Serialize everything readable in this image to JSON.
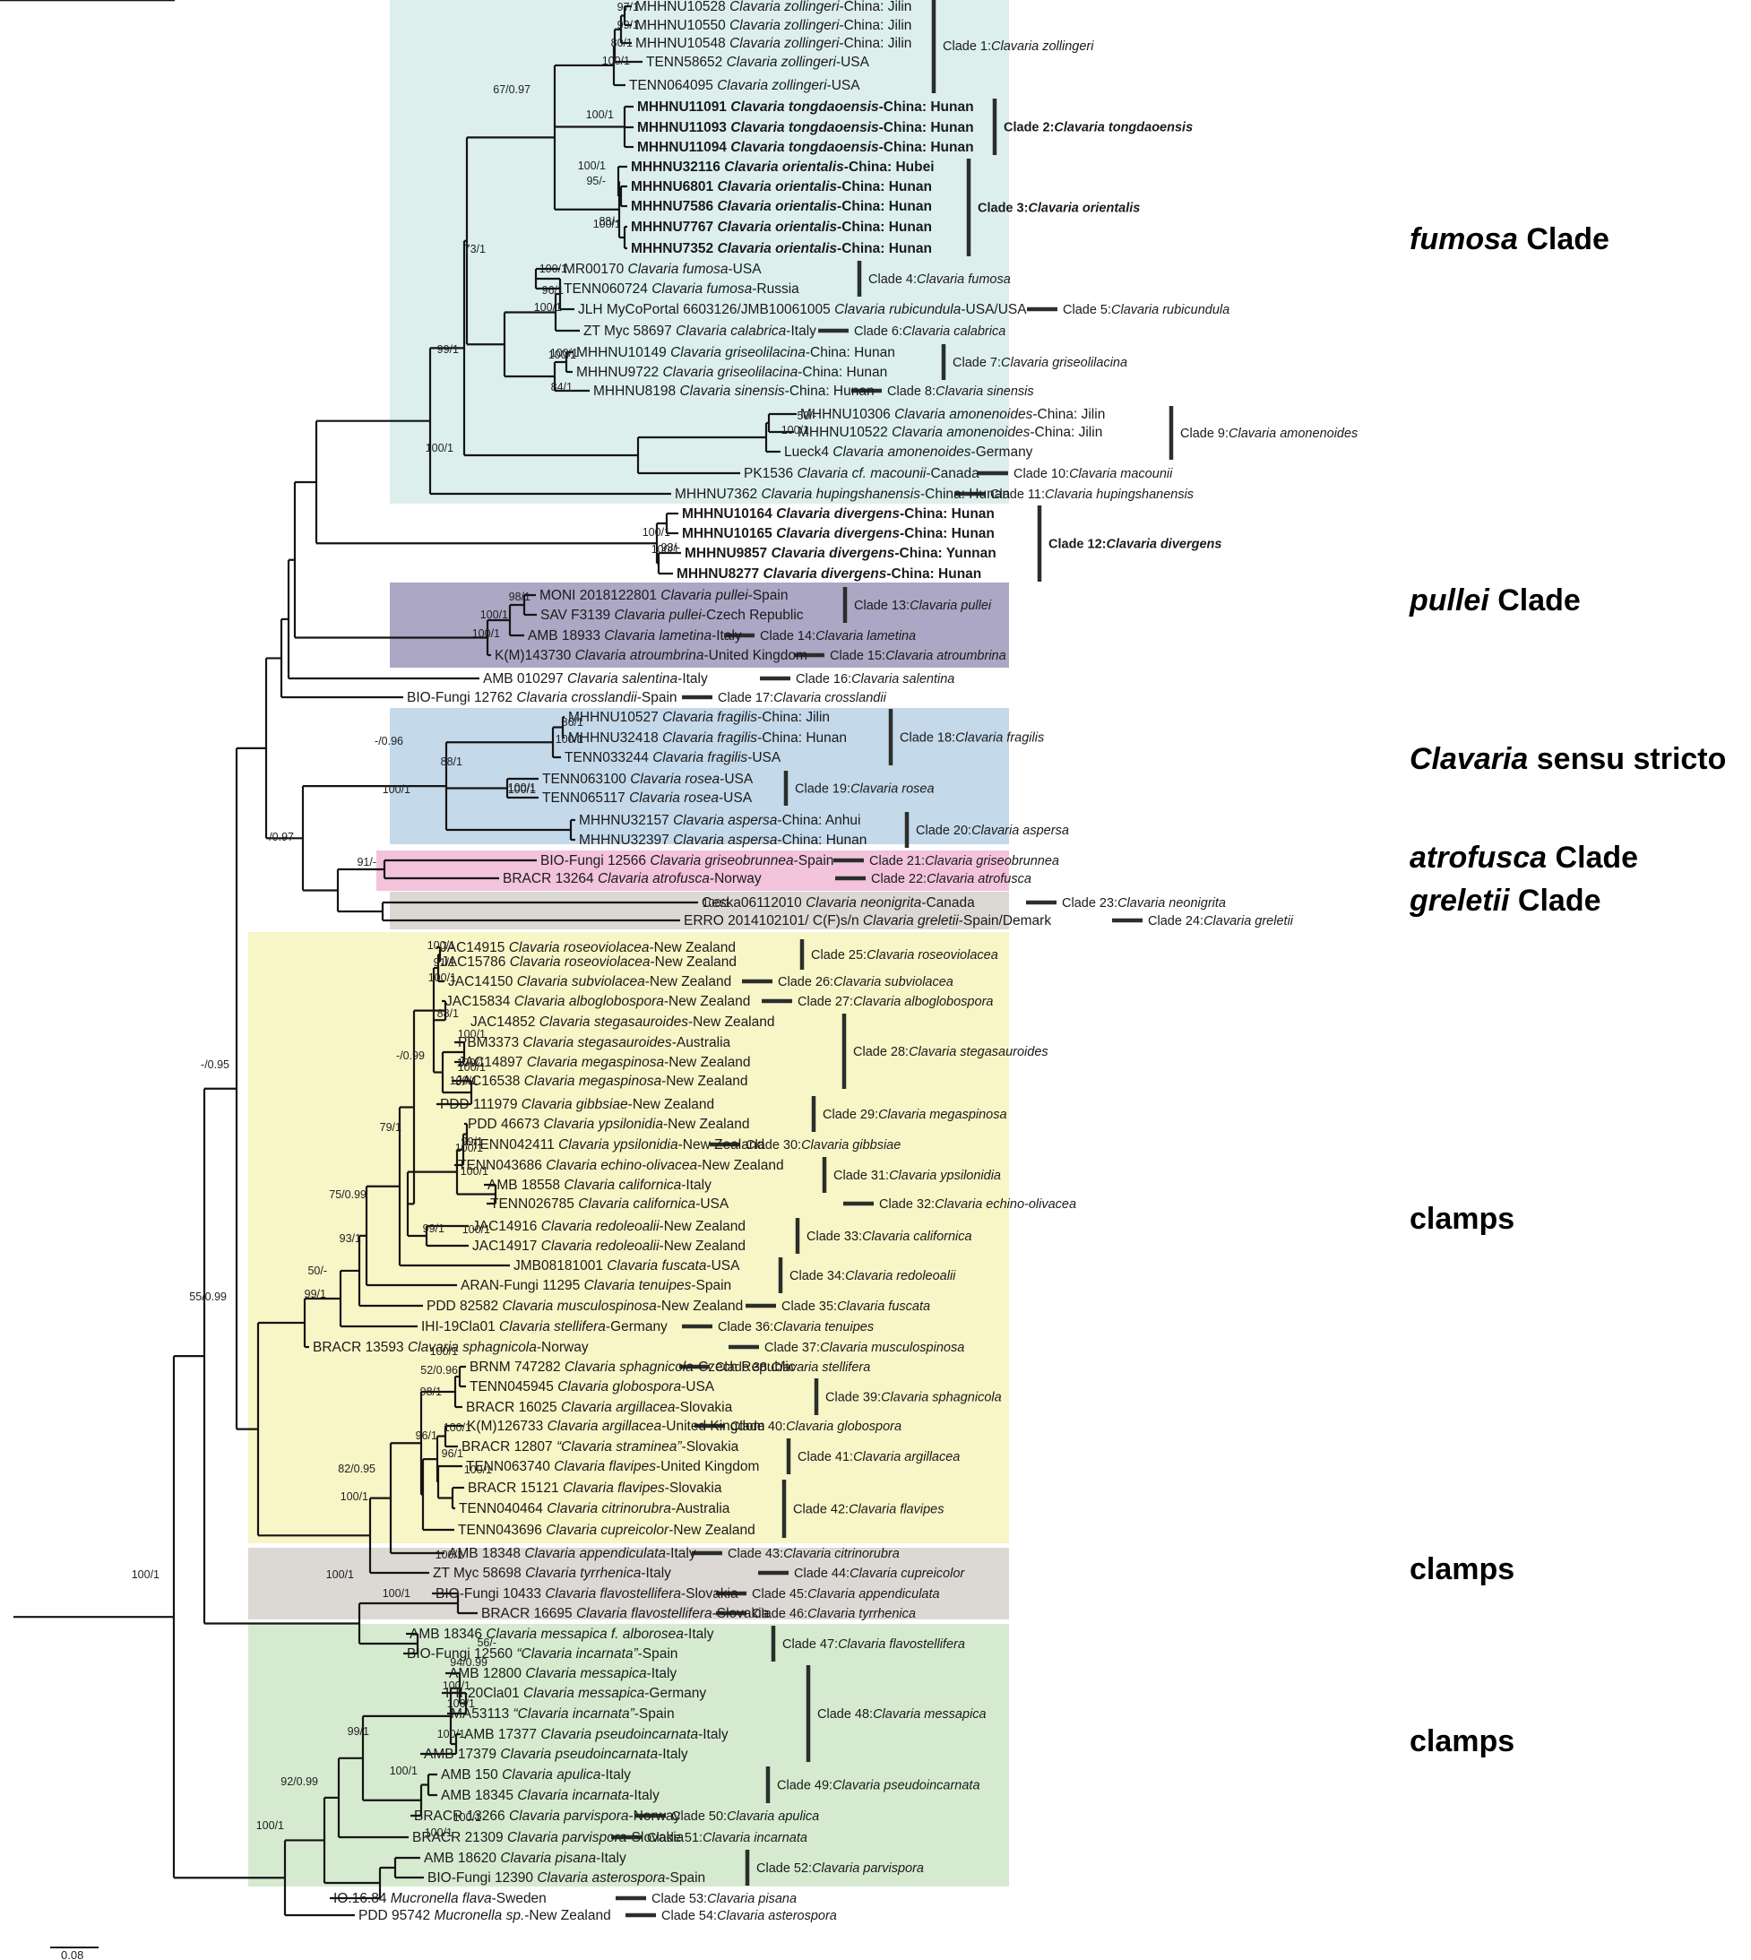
{
  "figure": {
    "colors": {
      "fumosa": "#dcefec",
      "pullei": "#aba7c4",
      "sensu": "#c4d9ea",
      "atrofusca": "#f2c3db",
      "greletii": "#dcd8d3",
      "yellow": "#f8f5c6",
      "gray": "#dcd9d4",
      "green": "#d6eacf",
      "line": "#141414",
      "bar": "#2a2f2c"
    },
    "groups": [
      {
        "italic": "fumosa",
        "rest": " Clade"
      },
      {
        "italic": "pullei",
        "rest": " Clade"
      },
      {
        "italic": "Clavaria",
        "rest": " sensu stricto"
      },
      {
        "italic": "atrofusca",
        "rest": " Clade"
      },
      {
        "italic": "greletii",
        "rest": " Clade"
      },
      {
        "italic": "",
        "rest": "clamps"
      },
      {
        "italic": "",
        "rest": "clamps"
      },
      {
        "italic": "",
        "rest": "clamps"
      }
    ],
    "scale_label": "0.08",
    "tips": [
      {
        "id": "MHHNU10528",
        "sp": "Clavaria zollingeri",
        "loc": "-China: Jilin"
      },
      {
        "id": "MHHNU10550",
        "sp": "Clavaria zollingeri",
        "loc": "-China: Jilin"
      },
      {
        "id": "MHHNU10548",
        "sp": "Clavaria zollingeri",
        "loc": "-China: Jilin"
      },
      {
        "id": "TENN58652",
        "sp": "Clavaria zollingeri",
        "loc": "-USA"
      },
      {
        "id": "TENN064095",
        "sp": "Clavaria zollingeri",
        "loc": "-USA"
      },
      {
        "id": "MHHNU11091",
        "sp": "Clavaria tongdaoensis",
        "loc": "-China: Hunan",
        "bold": true
      },
      {
        "id": "MHHNU11093",
        "sp": "Clavaria tongdaoensis",
        "loc": "-China: Hunan",
        "bold": true
      },
      {
        "id": "MHHNU11094",
        "sp": "Clavaria tongdaoensis",
        "loc": "-China: Hunan",
        "bold": true
      },
      {
        "id": "MHHNU32116",
        "sp": "Clavaria orientalis",
        "loc": "-China: Hubei",
        "bold": true
      },
      {
        "id": "MHHNU6801",
        "sp": "Clavaria orientalis",
        "loc": "-China: Hunan",
        "bold": true
      },
      {
        "id": "MHHNU7586",
        "sp": "Clavaria orientalis",
        "loc": "-China: Hunan",
        "bold": true
      },
      {
        "id": "MHHNU7767",
        "sp": "Clavaria orientalis",
        "loc": "-China: Hunan",
        "bold": true
      },
      {
        "id": "MHHNU7352",
        "sp": "Clavaria orientalis",
        "loc": "-China: Hunan",
        "bold": true
      },
      {
        "id": "MR00170",
        "sp": "Clavaria fumosa",
        "loc": "-USA"
      },
      {
        "id": "TENN060724",
        "sp": "Clavaria fumosa",
        "loc": "-Russia"
      },
      {
        "id": "JLH MyCoPortal 6603126/JMB10061005",
        "sp": "Clavaria rubicundula",
        "loc": "-USA/USA"
      },
      {
        "id": "ZT Myc 58697",
        "sp": "Clavaria calabrica",
        "loc": "-Italy"
      },
      {
        "id": "MHHNU10149",
        "sp": "Clavaria griseolilacina",
        "loc": "-China: Hunan"
      },
      {
        "id": "MHHNU9722",
        "sp": "Clavaria griseolilacina",
        "loc": "-China: Hunan"
      },
      {
        "id": "MHHNU8198",
        "sp": "Clavaria sinensis",
        "loc": "-China: Hunan"
      },
      {
        "id": "MHHNU10306",
        "sp": "Clavaria amonenoides",
        "loc": "-China: Jilin"
      },
      {
        "id": "MHHNU10522",
        "sp": "Clavaria amonenoides",
        "loc": "-China: Jilin"
      },
      {
        "id": "Lueck4",
        "sp": "Clavaria amonenoides",
        "loc": "-Germany"
      },
      {
        "id": "PK1536",
        "sp": "Clavaria cf. macounii",
        "loc": "-Canada"
      },
      {
        "id": "MHHNU7362",
        "sp": "Clavaria hupingshanensis",
        "loc": "-China: Hunan"
      },
      {
        "id": "MHHNU10164",
        "sp": "Clavaria divergens",
        "loc": "-China: Hunan",
        "bold": true
      },
      {
        "id": "MHHNU10165",
        "sp": "Clavaria divergens",
        "loc": "-China: Hunan",
        "bold": true
      },
      {
        "id": "MHHNU9857",
        "sp": "Clavaria divergens",
        "loc": "-China: Yunnan",
        "bold": true
      },
      {
        "id": "MHHNU8277",
        "sp": "Clavaria divergens",
        "loc": "-China: Hunan",
        "bold": true
      },
      {
        "id": "MONI 2018122801",
        "sp": "Clavaria pullei",
        "loc": "-Spain"
      },
      {
        "id": "SAV F3139",
        "sp": "Clavaria pullei",
        "loc": "-Czech Republic"
      },
      {
        "id": "AMB 18933",
        "sp": "Clavaria lametina",
        "loc": "-Italy"
      },
      {
        "id": "K(M)143730",
        "sp": "Clavaria atroumbrina",
        "loc": "-United Kingdom"
      },
      {
        "id": "AMB 010297",
        "sp": "Clavaria salentina",
        "loc": "-Italy"
      },
      {
        "id": "BIO-Fungi 12762",
        "sp": "Clavaria crosslandii",
        "loc": "-Spain"
      },
      {
        "id": "MHHNU10527",
        "sp": "Clavaria fragilis",
        "loc": "-China: Jilin"
      },
      {
        "id": "MHHNU32418",
        "sp": "Clavaria fragilis",
        "loc": "-China: Hunan"
      },
      {
        "id": "TENN033244",
        "sp": "Clavaria fragilis",
        "loc": "-USA"
      },
      {
        "id": "TENN063100",
        "sp": "Clavaria rosea",
        "loc": "-USA"
      },
      {
        "id": "TENN065117",
        "sp": "Clavaria rosea",
        "loc": "-USA"
      },
      {
        "id": "MHHNU32157",
        "sp": "Clavaria aspersa",
        "loc": "-China: Anhui"
      },
      {
        "id": "MHHNU32397",
        "sp": "Clavaria aspersa",
        "loc": "-China: Hunan"
      },
      {
        "id": "BIO-Fungi 12566",
        "sp": "Clavaria griseobrunnea",
        "loc": "-Spain"
      },
      {
        "id": "BRACR 13264",
        "sp": "Clavaria atrofusca",
        "loc": "-Norway"
      },
      {
        "id": "Ceska06112010",
        "sp": "Clavaria neonigrita",
        "loc": "-Canada"
      },
      {
        "id": "ERRO 2014102101/ C(F)s/n",
        "sp": "Clavaria greletii",
        "loc": "-Spain/Demark"
      },
      {
        "id": "JAC14915",
        "sp": "Clavaria roseoviolacea",
        "loc": "-New Zealand"
      },
      {
        "id": "JAC15786",
        "sp": "Clavaria roseoviolacea",
        "loc": "-New Zealand"
      },
      {
        "id": "JAC14150",
        "sp": "Clavaria subviolacea",
        "loc": "-New Zealand"
      },
      {
        "id": "JAC15834",
        "sp": "Clavaria alboglobospora",
        "loc": "-New Zealand"
      },
      {
        "id": "JAC14852",
        "sp": "Clavaria stegasauroides",
        "loc": "-New Zealand"
      },
      {
        "id": "PBM3373",
        "sp": "Clavaria stegasauroides",
        "loc": "-Australia"
      },
      {
        "id": "JAC14897",
        "sp": "Clavaria megaspinosa",
        "loc": "-New Zealand"
      },
      {
        "id": "JAC16538",
        "sp": "Clavaria megaspinosa",
        "loc": "-New Zealand"
      },
      {
        "id": "PDD 111979",
        "sp": "Clavaria gibbsiae",
        "loc": "-New Zealand"
      },
      {
        "id": "PDD 46673",
        "sp": "Clavaria ypsilonidia",
        "loc": "-New Zealand"
      },
      {
        "id": "TENN042411",
        "sp": "Clavaria ypsilonidia",
        "loc": "-New Zealand"
      },
      {
        "id": "TENN043686",
        "sp": "Clavaria echino-olivacea",
        "loc": "-New Zealand"
      },
      {
        "id": "AMB 18558",
        "sp": "Clavaria californica",
        "loc": "-Italy"
      },
      {
        "id": "TENN026785",
        "sp": "Clavaria californica",
        "loc": "-USA"
      },
      {
        "id": "JAC14916",
        "sp": "Clavaria redoleoalii",
        "loc": "-New Zealand"
      },
      {
        "id": "JAC14917",
        "sp": "Clavaria redoleoalii",
        "loc": "-New Zealand"
      },
      {
        "id": "JMB08181001",
        "sp": "Clavaria fuscata",
        "loc": "-USA"
      },
      {
        "id": "ARAN-Fungi 11295",
        "sp": "Clavaria tenuipes",
        "loc": "-Spain"
      },
      {
        "id": "PDD 82582",
        "sp": "Clavaria musculospinosa",
        "loc": "-New Zealand"
      },
      {
        "id": "IHI-19Cla01",
        "sp": "Clavaria stellifera",
        "loc": "-Germany"
      },
      {
        "id": "BRACR 13593",
        "sp": "Clavaria sphagnicola",
        "loc": "-Norway"
      },
      {
        "id": "BRNM 747282",
        "sp": "Clavaria sphagnicola",
        "loc": "-Czech Republic"
      },
      {
        "id": "TENN045945",
        "sp": "Clavaria globospora",
        "loc": "-USA"
      },
      {
        "id": "BRACR 16025",
        "sp": "Clavaria argillacea",
        "loc": "-Slovakia"
      },
      {
        "id": "K(M)126733",
        "sp": "Clavaria argillacea",
        "loc": "-United Kingdom"
      },
      {
        "id": "BRACR 12807",
        "sp": "“Clavaria straminea”",
        "loc": "-Slovakia"
      },
      {
        "id": "TENN063740",
        "sp": "Clavaria flavipes",
        "loc": "-United Kingdom"
      },
      {
        "id": "BRACR 15121",
        "sp": "Clavaria flavipes",
        "loc": "-Slovakia"
      },
      {
        "id": "TENN040464",
        "sp": "Clavaria citrinorubra",
        "loc": "-Australia"
      },
      {
        "id": "TENN043696",
        "sp": "Clavaria cupreicolor",
        "loc": "-New Zealand"
      },
      {
        "id": "AMB 18348",
        "sp": "Clavaria appendiculata",
        "loc": "-Italy"
      },
      {
        "id": "ZT Myc 58698",
        "sp": "Clavaria tyrrhenica",
        "loc": "-Italy"
      },
      {
        "id": "BIO-Fungi 10433",
        "sp": "Clavaria flavostellifera",
        "loc": "-Slovakia"
      },
      {
        "id": "BRACR 16695",
        "sp": "Clavaria flavostellifera",
        "loc": "-Slovakia"
      },
      {
        "id": "AMB 18346",
        "sp": "Clavaria messapica f. alborosea",
        "loc": "-Italy"
      },
      {
        "id": "BIO-Fungi 12560",
        "sp": "“Clavaria incarnata”",
        "loc": "-Spain"
      },
      {
        "id": "AMB 12800",
        "sp": "Clavaria messapica",
        "loc": "-Italy"
      },
      {
        "id": "IHI-20Cla01",
        "sp": "Clavaria messapica",
        "loc": "-Germany"
      },
      {
        "id": "MA53113",
        "sp": "“Clavaria incarnata”",
        "loc": "-Spain"
      },
      {
        "id": "AMB 17377",
        "sp": "Clavaria pseudoincarnata",
        "loc": "-Italy"
      },
      {
        "id": "AMB 17379",
        "sp": "Clavaria pseudoincarnata",
        "loc": "-Italy"
      },
      {
        "id": "AMB 150",
        "sp": "Clavaria apulica",
        "loc": "-Italy"
      },
      {
        "id": "AMB 18345",
        "sp": "Clavaria incarnata",
        "loc": "-Italy"
      },
      {
        "id": "BRACR 13266",
        "sp": "Clavaria parvispora",
        "loc": "-Norway"
      },
      {
        "id": "BRACR 21309",
        "sp": "Clavaria parvispora",
        "loc": "-Slovakia"
      },
      {
        "id": "AMB 18620",
        "sp": "Clavaria pisana",
        "loc": "-Italy"
      },
      {
        "id": "BIO-Fungi 12390",
        "sp": "Clavaria asterospora",
        "loc": "-Spain"
      },
      {
        "id": "IO.16.84",
        "sp": "Mucronella flava",
        "loc": "-Sweden"
      },
      {
        "id": "PDD 95742",
        "sp": "Mucronella sp.",
        "loc": "-New Zealand"
      }
    ],
    "clades": [
      {
        "num": "Clade 1:",
        "sp": "Clavaria zollingeri"
      },
      {
        "num": "Clade 2:",
        "sp": "Clavaria tongdaoensis",
        "bold": true
      },
      {
        "num": "Clade 3:",
        "sp": "Clavaria orientalis",
        "bold": true
      },
      {
        "num": "Clade 4:",
        "sp": "Clavaria fumosa"
      },
      {
        "num": "Clade 5:",
        "sp": "Clavaria rubicundula"
      },
      {
        "num": "Clade 6:",
        "sp": "Clavaria calabrica"
      },
      {
        "num": "Clade 7:",
        "sp": "Clavaria griseolilacina"
      },
      {
        "num": "Clade 8:",
        "sp": "Clavaria sinensis"
      },
      {
        "num": "Clade 9:",
        "sp": "Clavaria amonenoides"
      },
      {
        "num": "Clade 10:",
        "sp": "Clavaria macounii"
      },
      {
        "num": "Clade 11:",
        "sp": "Clavaria hupingshanensis"
      },
      {
        "num": "Clade 12:",
        "sp": "Clavaria divergens",
        "bold": true
      },
      {
        "num": "Clade 13:",
        "sp": "Clavaria pullei"
      },
      {
        "num": "Clade 14:",
        "sp": "Clavaria lametina"
      },
      {
        "num": "Clade 15:",
        "sp": "Clavaria atroumbrina"
      },
      {
        "num": "Clade 16:",
        "sp": "Clavaria salentina"
      },
      {
        "num": "Clade 17:",
        "sp": "Clavaria crosslandii"
      },
      {
        "num": "Clade 18:",
        "sp": "Clavaria fragilis"
      },
      {
        "num": "Clade 19:",
        "sp": "Clavaria rosea"
      },
      {
        "num": "Clade 20:",
        "sp": "Clavaria aspersa"
      },
      {
        "num": "Clade 21:",
        "sp": "Clavaria griseobrunnea"
      },
      {
        "num": "Clade 22:",
        "sp": "Clavaria atrofusca"
      },
      {
        "num": "Clade 23:",
        "sp": "Clavaria neonigrita"
      },
      {
        "num": "Clade 24:",
        "sp": "Clavaria greletii"
      },
      {
        "num": "Clade 25:",
        "sp": "Clavaria roseoviolacea"
      },
      {
        "num": "Clade 26:",
        "sp": "Clavaria subviolacea"
      },
      {
        "num": "Clade 27:",
        "sp": "Clavaria alboglobospora"
      },
      {
        "num": "Clade 28:",
        "sp": "Clavaria stegasauroides"
      },
      {
        "num": "Clade 29:",
        "sp": "Clavaria megaspinosa"
      },
      {
        "num": "Clade 30:",
        "sp": "Clavaria gibbsiae"
      },
      {
        "num": "Clade 31:",
        "sp": "Clavaria ypsilonidia"
      },
      {
        "num": "Clade 32:",
        "sp": "Clavaria echino-olivacea"
      },
      {
        "num": "Clade 33:",
        "sp": "Clavaria californica"
      },
      {
        "num": "Clade 34:",
        "sp": "Clavaria redoleoalii"
      },
      {
        "num": "Clade 35:",
        "sp": "Clavaria fuscata"
      },
      {
        "num": "Clade 36:",
        "sp": "Clavaria tenuipes"
      },
      {
        "num": "Clade 37:",
        "sp": "Clavaria musculospinosa"
      },
      {
        "num": "Clade 38:",
        "sp": "Clavaria stellifera"
      },
      {
        "num": "Clade 39:",
        "sp": "Clavaria sphagnicola"
      },
      {
        "num": "Clade 40:",
        "sp": "Clavaria globospora"
      },
      {
        "num": "Clade 41:",
        "sp": "Clavaria argillacea"
      },
      {
        "num": "Clade 42:",
        "sp": "Clavaria flavipes"
      },
      {
        "num": "Clade 43:",
        "sp": "Clavaria citrinorubra"
      },
      {
        "num": "Clade 44:",
        "sp": "Clavaria cupreicolor"
      },
      {
        "num": "Clade 45:",
        "sp": "Clavaria appendiculata"
      },
      {
        "num": "Clade 46:",
        "sp": "Clavaria tyrrhenica"
      },
      {
        "num": "Clade 47:",
        "sp": "Clavaria flavostellifera"
      },
      {
        "num": "Clade 48:",
        "sp": "Clavaria messapica"
      },
      {
        "num": "Clade 49:",
        "sp": "Clavaria pseudoincarnata"
      },
      {
        "num": "Clade 50:",
        "sp": "Clavaria apulica"
      },
      {
        "num": "Clade 51:",
        "sp": "Clavaria incarnata"
      },
      {
        "num": "Clade 52:",
        "sp": "Clavaria parvispora"
      },
      {
        "num": "Clade 53:",
        "sp": "Clavaria pisana"
      },
      {
        "num": "Clade 54:",
        "sp": "Clavaria asterospora"
      }
    ],
    "supports": [
      "97/1",
      "99/1",
      "80/1",
      "100/1",
      "67/0.97",
      "100/1",
      "100/1",
      "95/-",
      "88/-",
      "100/1",
      "73/1",
      "100/1",
      "96/1",
      "100/1",
      "100/1",
      "100/1",
      "84/1",
      "99/1",
      "50/-",
      "100/1",
      "100/1",
      "100/1",
      "93/-",
      "100/1",
      "98/1",
      "100/1",
      "100/1",
      "-/0.96",
      "86/1",
      "100/1",
      "88/1",
      "100/1",
      "100/1",
      "100/1",
      "-/0.97",
      "91/-",
      "100/1",
      "100/1",
      "91/1",
      "100/1",
      "88/1",
      "100/1",
      "100/1",
      "-/0.99",
      "100/1",
      "100/1",
      "79/1",
      "100/1",
      "99/1",
      "100/1",
      "100/1",
      "75/0.99",
      "99/1",
      "93/1",
      "50/-",
      "99/1",
      "-/0.95",
      "100/1",
      "52/0.96",
      "98/1",
      "100/1",
      "96/1",
      "96/1",
      "100/1",
      "82/0.95",
      "100/1",
      "55/0.99",
      "100/1",
      "100/1",
      "100/1",
      "56/-",
      "94/0.99",
      "100/1",
      "100/1",
      "99/1",
      "100/1",
      "100/1",
      "100/1",
      "92/0.99",
      "100/1",
      "100/1",
      "100/1"
    ]
  }
}
